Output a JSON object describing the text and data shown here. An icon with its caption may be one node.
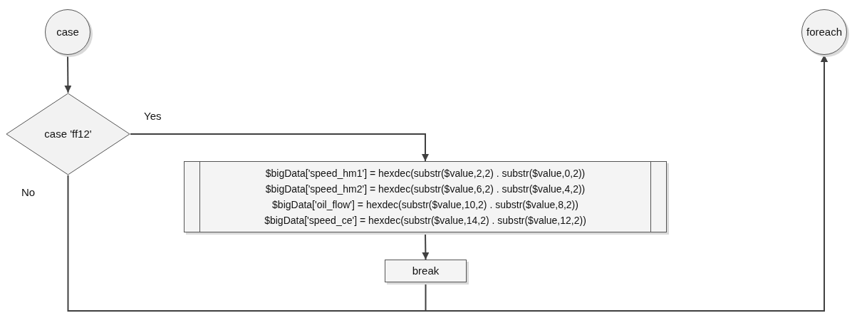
{
  "diagram": {
    "nodes": [
      {
        "text": [
          "case"
        ]
      },
      {
        "text": [
          "case 'ff12'"
        ]
      },
      {
        "text": [
          "$bigData['speed_hm1'] = hexdec(substr($value,2,2) . substr($value,0,2))",
          "$bigData['speed_hm2'] = hexdec(substr($value,6,2) . substr($value,4,2))",
          "$bigData['oil_flow'] = hexdec(substr($value,10,2) . substr($value,8,2))",
          "$bigData['speed_ce'] = hexdec(substr($value,14,2) . substr($value,12,2))"
        ]
      },
      {
        "text": [
          "break"
        ]
      },
      {
        "text": [
          "foreach"
        ]
      }
    ],
    "edges": [
      {
        "from": 0,
        "to": 1,
        "arrow": "to"
      },
      {
        "from": 1,
        "to": 2,
        "arrow": "to",
        "label": "Yes"
      },
      {
        "from": 2,
        "to": 3,
        "arrow": "to"
      },
      {
        "from": 3,
        "to": 4,
        "arrow": "to"
      },
      {
        "from": 1,
        "to": 4,
        "arrow": "to",
        "label": "No"
      }
    ]
  }
}
